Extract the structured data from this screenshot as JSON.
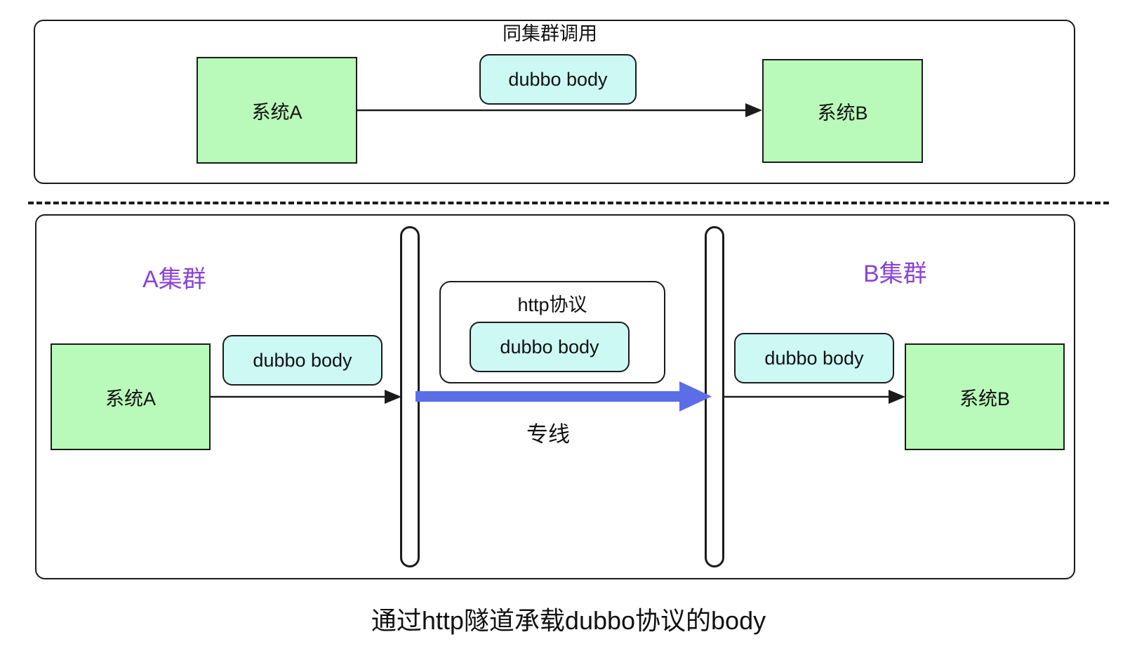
{
  "colors": {
    "system_box_fill": "#b9f9b9",
    "body_box_fill": "#ccf9f4",
    "stroke": "#1b1b1b",
    "cluster_label": "#8a44d6",
    "dedicated_line_arrow": "#5b6ee8",
    "background": "#ffffff"
  },
  "top_panel": {
    "title": "同集群调用",
    "system_a": "系统A",
    "system_b": "系统B",
    "payload": "dubbo body"
  },
  "bottom_panel": {
    "cluster_a_label": "A集群",
    "cluster_b_label": "B集群",
    "system_a": "系统A",
    "system_b": "系统B",
    "payload_left": "dubbo body",
    "payload_right": "dubbo body",
    "protocol_box": {
      "label": "http协议",
      "inner_payload": "dubbo body"
    },
    "dedicated_line_label": "专线"
  },
  "caption": "通过http隧道承载dubbo协议的body",
  "icons": {
    "arrow_right": "arrow-right-icon",
    "arrow_right_thick": "thick-arrow-right-icon",
    "dashed_separator": "dashed-separator-icon"
  }
}
